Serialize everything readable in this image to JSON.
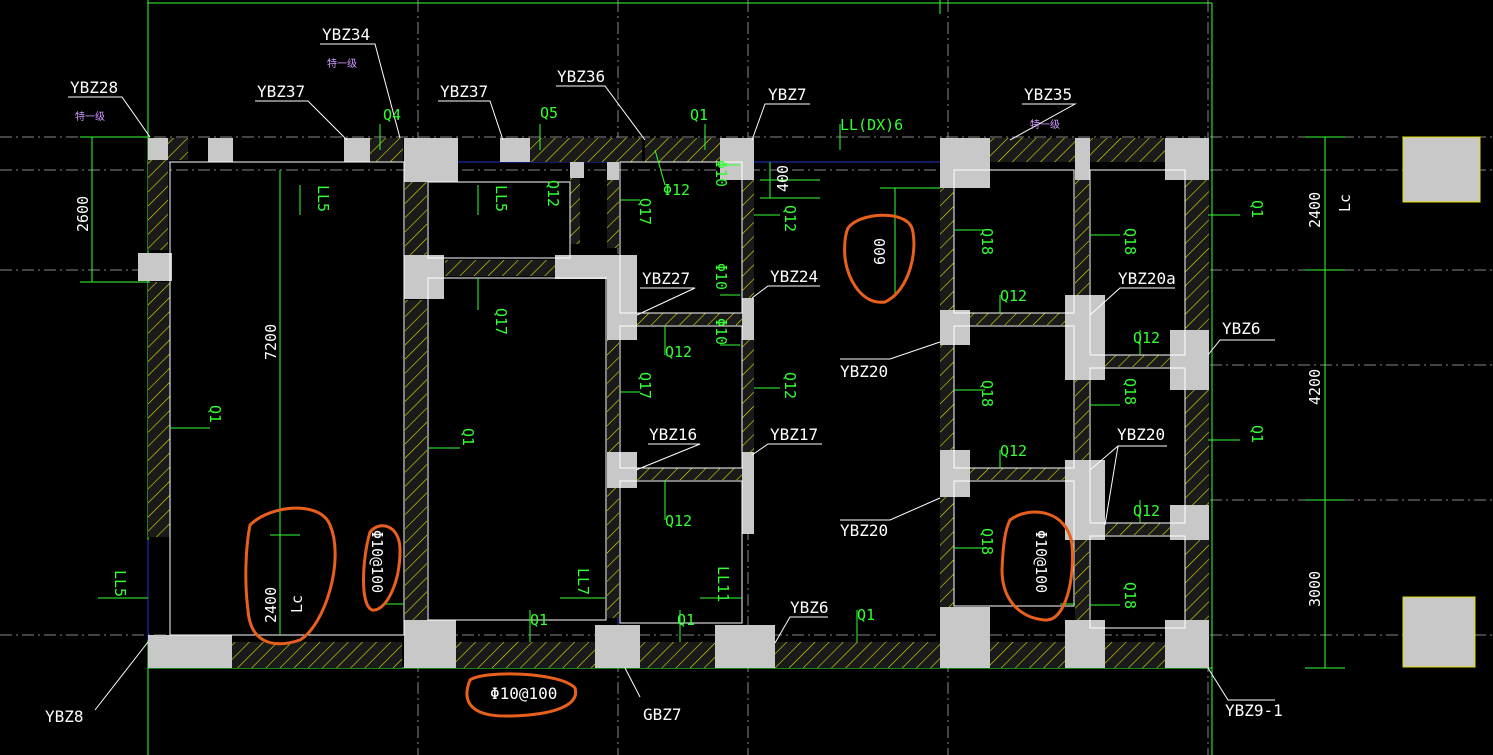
{
  "labels": {
    "ybz28": "YBZ28",
    "ybz34": "YBZ34",
    "ybz37a": "YBZ37",
    "ybz37b": "YBZ37",
    "ybz36": "YBZ36",
    "ybz7top": "YBZ7",
    "ybz35": "YBZ35",
    "ybz27": "YBZ27",
    "ybz24": "YBZ24",
    "ybz20a": "YBZ20a",
    "ybz6right": "YBZ6",
    "ybz20mid": "YBZ20",
    "ybz20low": "YBZ20",
    "ybz20right": "YBZ20",
    "ybz16": "YBZ16",
    "ybz17": "YBZ17",
    "ybz6bottom": "YBZ6",
    "ybz8": "YBZ8",
    "gbz7": "GBZ7",
    "ybz91": "YBZ9-1"
  },
  "notes": {
    "n1": "特一级",
    "n2": "特一级",
    "n3": "特一级"
  },
  "beams": {
    "ll5a": "LL5",
    "ll5b": "LL5",
    "ll5c": "LL5",
    "ll7": "LL7",
    "ll11": "LL11",
    "lldx6": "LL(DX)6"
  },
  "walls": {
    "q4": "Q4",
    "q5": "Q5",
    "q1top": "Q1",
    "q12a": "Q12",
    "q17a": "Q17",
    "q17b": "Q17",
    "q12b": "Q12",
    "q12c": "Q12",
    "q17c": "Q17",
    "q12d": "Q12",
    "q12e": "Q12",
    "q1left": "Q1",
    "q1mid": "Q1",
    "q1b1": "Q1",
    "q1b2": "Q1",
    "q1b3": "Q1",
    "q18a": "Q18",
    "q18b": "Q18",
    "q12f": "Q12",
    "q12g": "Q12",
    "q18c": "Q18",
    "q18d": "Q18",
    "q12h": "Q12",
    "q18e": "Q18",
    "q12i": "Q12",
    "q18f": "Q18",
    "q1r1": "Q1",
    "q1r2": "Q1"
  },
  "rebar": {
    "p12": "Φ12",
    "p10a": "Φ10",
    "p10b": "Φ10",
    "p10c": "Φ10",
    "p10at100a": "Φ10@100",
    "p10at100b": "Φ10@100",
    "p10at100c": "Φ10@100"
  },
  "dims": {
    "d2600": "2600",
    "d7200": "7200",
    "d2400left": "2400",
    "lcleft": "Lc",
    "d400": "400",
    "d600": "600",
    "d2400right": "2400",
    "lcright": "Lc",
    "d4200": "4200",
    "d3000": "3000"
  },
  "colors": {
    "wall_fill": "#c8c8c8",
    "hatch": "#e0e000",
    "dimension": "#33ff33",
    "markup": "#e8601c",
    "beam_outline": "#2233cc"
  }
}
